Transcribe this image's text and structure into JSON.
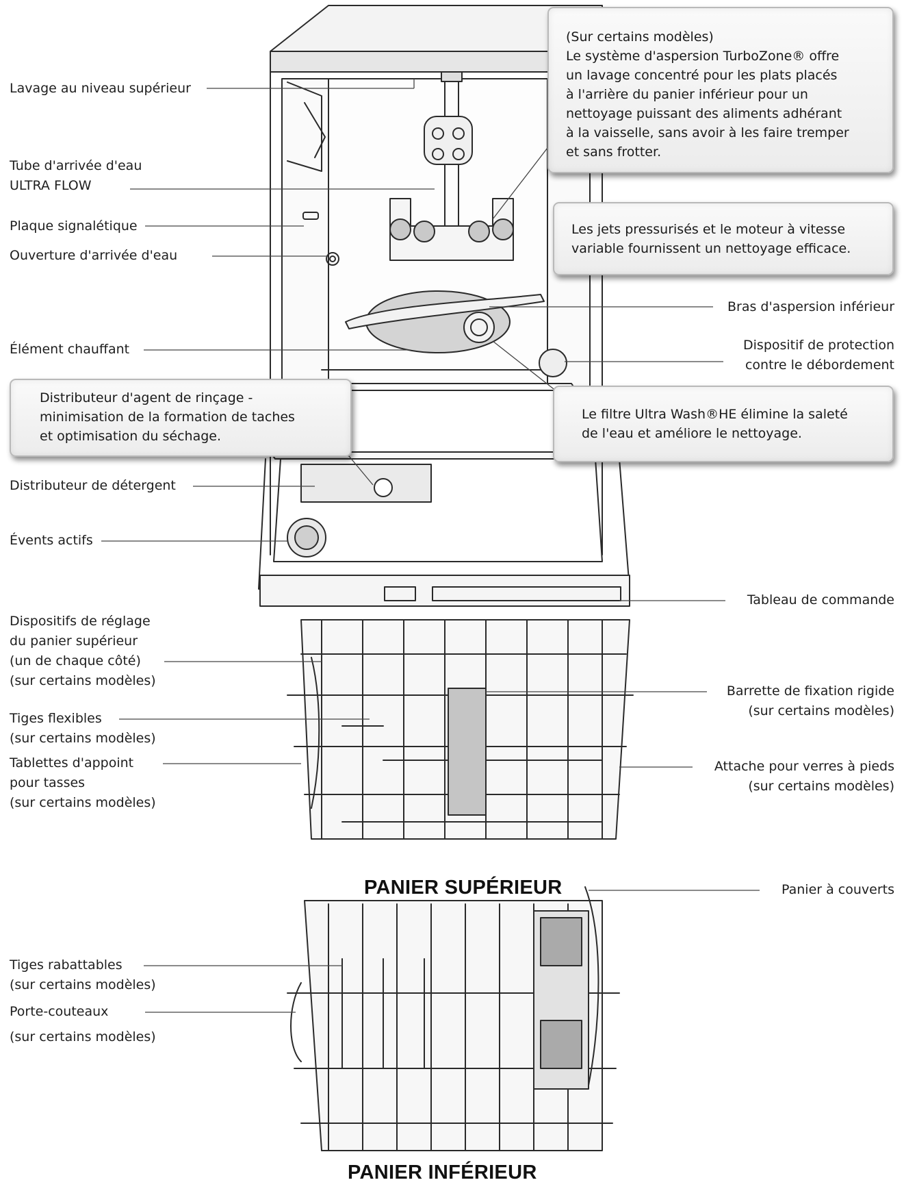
{
  "labels_left": [
    {
      "id": "lavage-niveau-superieur",
      "lines": [
        "Lavage au niveau supérieur"
      ]
    },
    {
      "id": "tube-arrivee-eau",
      "lines": [
        "Tube d'arrivée d'eau",
        "ULTRA FLOW"
      ]
    },
    {
      "id": "plaque-signaletique",
      "lines": [
        "Plaque signalétique"
      ]
    },
    {
      "id": "ouverture-arrivee-eau",
      "lines": [
        "Ouverture d'arrivée d'eau"
      ]
    },
    {
      "id": "element-chauffant",
      "lines": [
        "Élément chauffant"
      ]
    },
    {
      "id": "distributeur-detergent",
      "lines": [
        "Distributeur de détergent"
      ]
    },
    {
      "id": "events-actifs",
      "lines": [
        "Évents actifs"
      ]
    },
    {
      "id": "reglage-panier",
      "lines": [
        "Dispositifs de réglage",
        "du panier supérieur",
        "(un de chaque côté)",
        "(sur certains modèles)"
      ]
    },
    {
      "id": "tiges-flexibles",
      "lines": [
        "Tiges flexibles",
        "(sur certains modèles)"
      ]
    },
    {
      "id": "tablettes-appoint",
      "lines": [
        "Tablettes d'appoint",
        "pour tasses",
        "(sur certains modèles)"
      ]
    },
    {
      "id": "tiges-rabattables",
      "lines": [
        "Tiges rabattables",
        "(sur certains modèles)"
      ]
    },
    {
      "id": "porte-couteaux",
      "lines": [
        "Porte-couteaux",
        "(sur certains modèles)"
      ]
    }
  ],
  "labels_right": [
    {
      "id": "bras-aspersion",
      "lines": [
        "Bras d'aspersion inférieur"
      ]
    },
    {
      "id": "protection-debordement",
      "lines": [
        "Dispositif de protection",
        "contre le débordement"
      ]
    },
    {
      "id": "tableau-commande",
      "lines": [
        "Tableau de commande"
      ]
    },
    {
      "id": "barrette-fixation",
      "lines": [
        "Barrette de fixation rigide",
        "(sur certains modèles)"
      ]
    },
    {
      "id": "attache-verres",
      "lines": [
        "Attache pour verres à pieds",
        "(sur certains modèles)"
      ]
    },
    {
      "id": "panier-couverts",
      "lines": [
        "Panier à couverts"
      ]
    }
  ],
  "callouts": {
    "turbozone": [
      "(Sur certains modèles)",
      "Le système d'aspersion TurboZone® offre",
      "un lavage concentré pour les plats placés",
      "à l'arrière du panier inférieur pour un",
      "nettoyage puissant des aliments adhérant",
      "à la vaisselle, sans avoir à les faire tremper",
      "et sans frotter."
    ],
    "jets": [
      "Les jets pressurisés et le moteur à vitesse",
      "variable fournissent un nettoyage efficace."
    ],
    "filtre": [
      "Le filtre Ultra Wash®HE élimine la saleté",
      "de l'eau et améliore le nettoyage."
    ],
    "rincage": [
      "Distributeur d'agent de rinçage -",
      "minimisation de la formation de taches",
      "et optimisation du séchage."
    ]
  },
  "titles": {
    "panier_superieur": "PANIER SUPÉRIEUR",
    "panier_inferieur": "PANIER INFÉRIEUR"
  }
}
